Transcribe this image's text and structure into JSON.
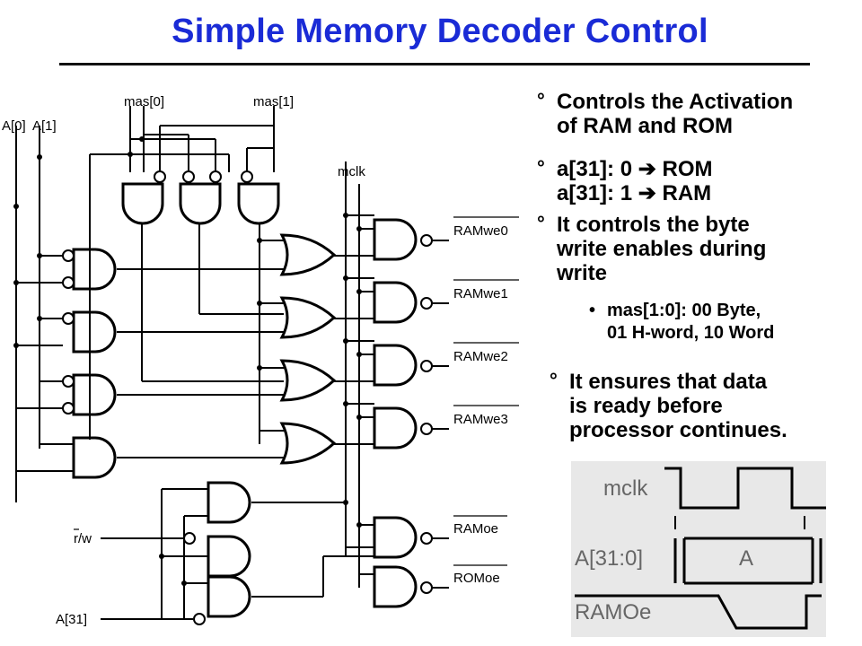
{
  "title": "Simple Memory Decoder Control",
  "bullets": [
    {
      "marker": "°",
      "lines": [
        "Controls the Activation",
        "of RAM and ROM"
      ]
    },
    {
      "marker": "°",
      "lines": [
        "a[31]: 0  ➔ ROM",
        "a[31]: 1  ➔ RAM"
      ]
    },
    {
      "marker": "°",
      "lines": [
        "It controls the byte",
        "write enables during",
        "write"
      ]
    },
    {
      "marker": "•",
      "lines": [
        "mas[1:0]: 00  Byte,",
        "01 H-word, 10 Word"
      ]
    },
    {
      "marker": "°",
      "lines": [
        "It ensures that data",
        "is ready before",
        "processor continues."
      ]
    }
  ],
  "circuit": {
    "inputs": {
      "a0": "A[0]",
      "a1": "A[1]",
      "mas0": "mas[0]",
      "mas1": "mas[1]",
      "mclk": "mclk",
      "rw": "r/w",
      "a31": "A[31]"
    },
    "outputs": [
      "RAMwe0",
      "RAMwe1",
      "RAMwe2",
      "RAMwe3",
      "RAMoe",
      "ROMoe"
    ]
  },
  "timing": {
    "signals": [
      "mclk",
      "A[31:0]",
      "RAMOe"
    ],
    "bus_value": "A",
    "background": "#e8e8e8"
  }
}
